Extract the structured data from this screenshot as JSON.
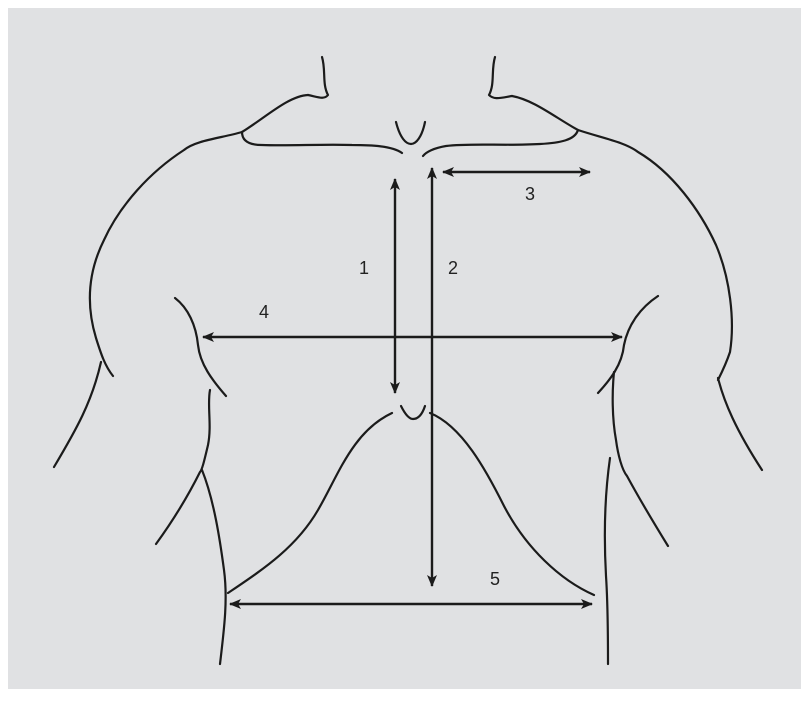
{
  "colors": {
    "panel_background": "#e0e1e3",
    "line": "#1b1b1b",
    "label_text": "#222222"
  },
  "measurement_labels": {
    "m1": "1",
    "m2": "2",
    "m3": "3",
    "m4": "4",
    "m5": "5"
  }
}
